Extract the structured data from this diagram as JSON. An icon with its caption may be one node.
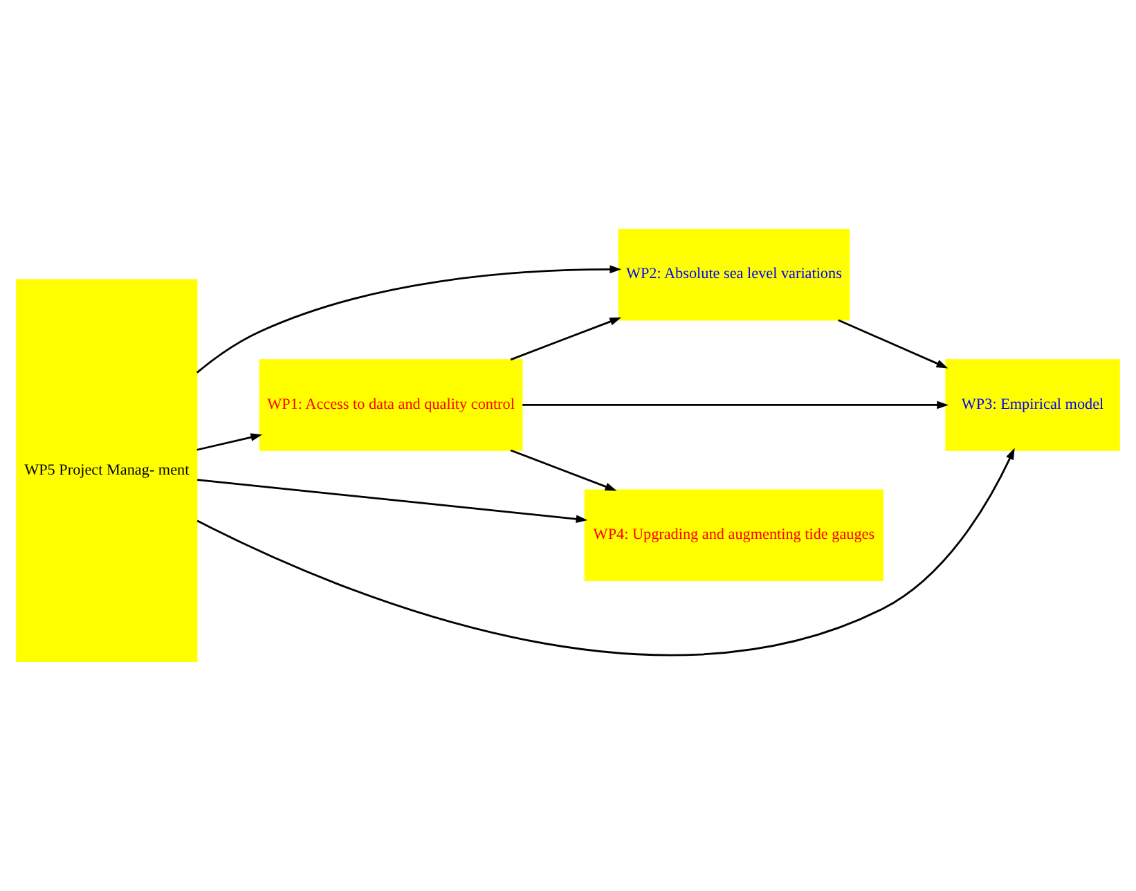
{
  "diagram": {
    "nodes": [
      {
        "text": [
          "WP5 Project Manag- ment"
        ]
      },
      {
        "text": [
          "WP1: Access to data and quality control"
        ]
      },
      {
        "text": [
          "WP2: Absolute sea level variations"
        ]
      },
      {
        "text": [
          "WP3: Empirical model"
        ]
      },
      {
        "text": [
          "WP4: Upgrading and augmenting tide gauges"
        ]
      }
    ],
    "edges": [
      {
        "from": 0,
        "to": 2,
        "arrow": "to"
      },
      {
        "from": 0,
        "to": 3,
        "arrow": "to"
      },
      {
        "from": 0,
        "to": 1,
        "arrow": "to"
      },
      {
        "from": 0,
        "to": 4,
        "arrow": "to"
      },
      {
        "from": 1,
        "to": 2,
        "arrow": "to"
      },
      {
        "from": 1,
        "to": 3,
        "arrow": "to"
      },
      {
        "from": 2,
        "to": 3,
        "arrow": "to"
      },
      {
        "from": 1,
        "to": 4,
        "arrow": "to"
      }
    ]
  }
}
